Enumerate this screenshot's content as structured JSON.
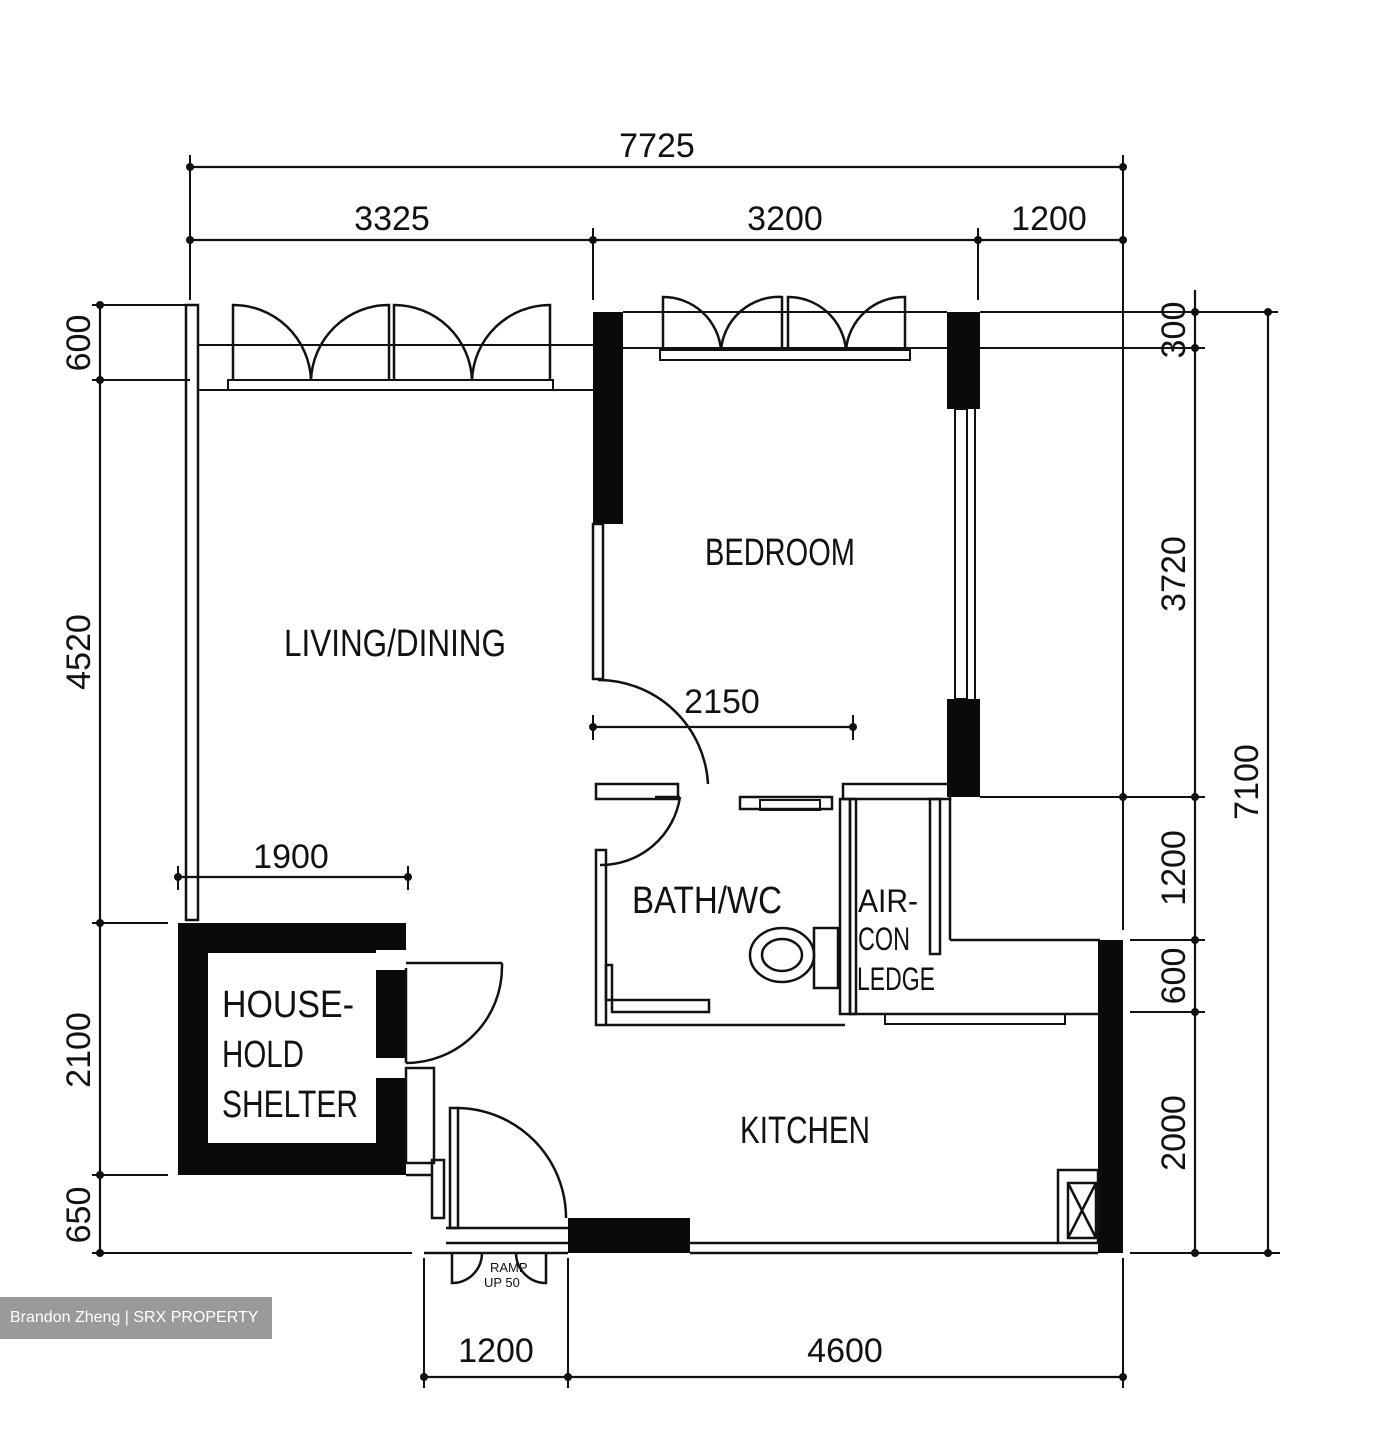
{
  "dimensions": {
    "top_total": "7725",
    "top_living": "3325",
    "top_bedroom": "3200",
    "top_right": "1200",
    "bedroom_width": "2150",
    "shelter_width": "1900",
    "left_600": "600",
    "left_4520": "4520",
    "left_2100": "2100",
    "left_650": "650",
    "right_300": "300",
    "right_3720": "3720",
    "right_1200": "1200",
    "right_600": "600",
    "right_2000": "2000",
    "right_total": "7100",
    "bottom_1200": "1200",
    "bottom_4600": "4600"
  },
  "rooms": {
    "living": "LIVING/DINING",
    "bedroom": "BEDROOM",
    "bath": "BATH/WC",
    "aircon_1": "AIR-",
    "aircon_2": "CON",
    "aircon_3": "LEDGE",
    "shelter_1": "HOUSE-",
    "shelter_2": "HOLD",
    "shelter_3": "SHELTER",
    "kitchen": "KITCHEN"
  },
  "ramp": {
    "line1": "RAMP",
    "line2": "UP 50"
  },
  "watermark": "Brandon Zheng | SRX PROPERTY"
}
